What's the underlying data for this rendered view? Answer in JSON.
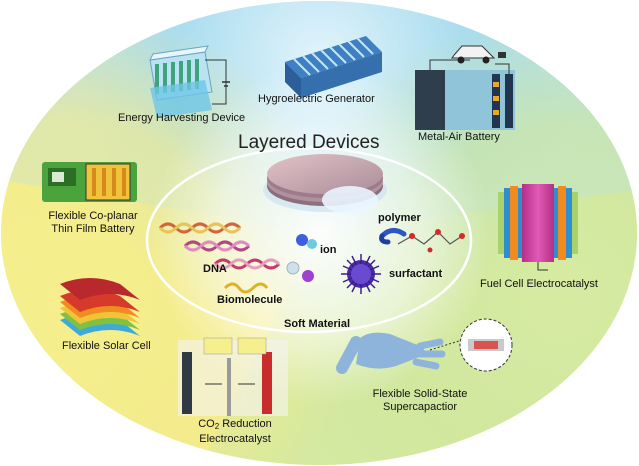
{
  "title": "Layered Devices",
  "center_label": "Soft Material",
  "soft_items": {
    "dna": "DNA",
    "ion": "ion",
    "polymer": "polymer",
    "surfactant": "surfactant",
    "biomolecule": "Biomolecule"
  },
  "devices": {
    "energy_harvesting": "Energy Harvesting Device",
    "hygroelectric": "Hygroelectric Generator",
    "metal_air": "Metal-Air Battery",
    "coplanar_line1": "Flexible Co-planar",
    "coplanar_line2": "Thin Film Battery",
    "fuel_cell": "Fuel Cell Electrocatalyst",
    "solar": "Flexible Solar Cell",
    "co2_prefix": "CO",
    "co2_sub": "2",
    "co2_suffix": " Reduction",
    "co2_line2": "Electrocatalyst",
    "supercap_line1": "Flexible Solid-State",
    "supercap_line2": "Supercapactior"
  },
  "colors": {
    "bg_top": "#9fd8ee",
    "bg_left": "#f4ec86",
    "bg_right": "#cfe79a",
    "bg_bottom_left": "#f1e07a",
    "ellipse_stroke": "#ffffff",
    "accent_red": "#d22a2a",
    "accent_blue": "#3a6fc8"
  },
  "icons": [
    "nanogenerator-icon",
    "layered-stack-icon",
    "electric-car-icon",
    "battery-chip-icon",
    "wafer-disc-icon",
    "dna-helix-icon",
    "ion-spheres-icon",
    "polymer-chain-icon",
    "micelle-icon",
    "fuel-cell-stack-icon",
    "solar-layers-icon",
    "electrolyzer-icon",
    "glove-icon",
    "magnifier-icon"
  ]
}
